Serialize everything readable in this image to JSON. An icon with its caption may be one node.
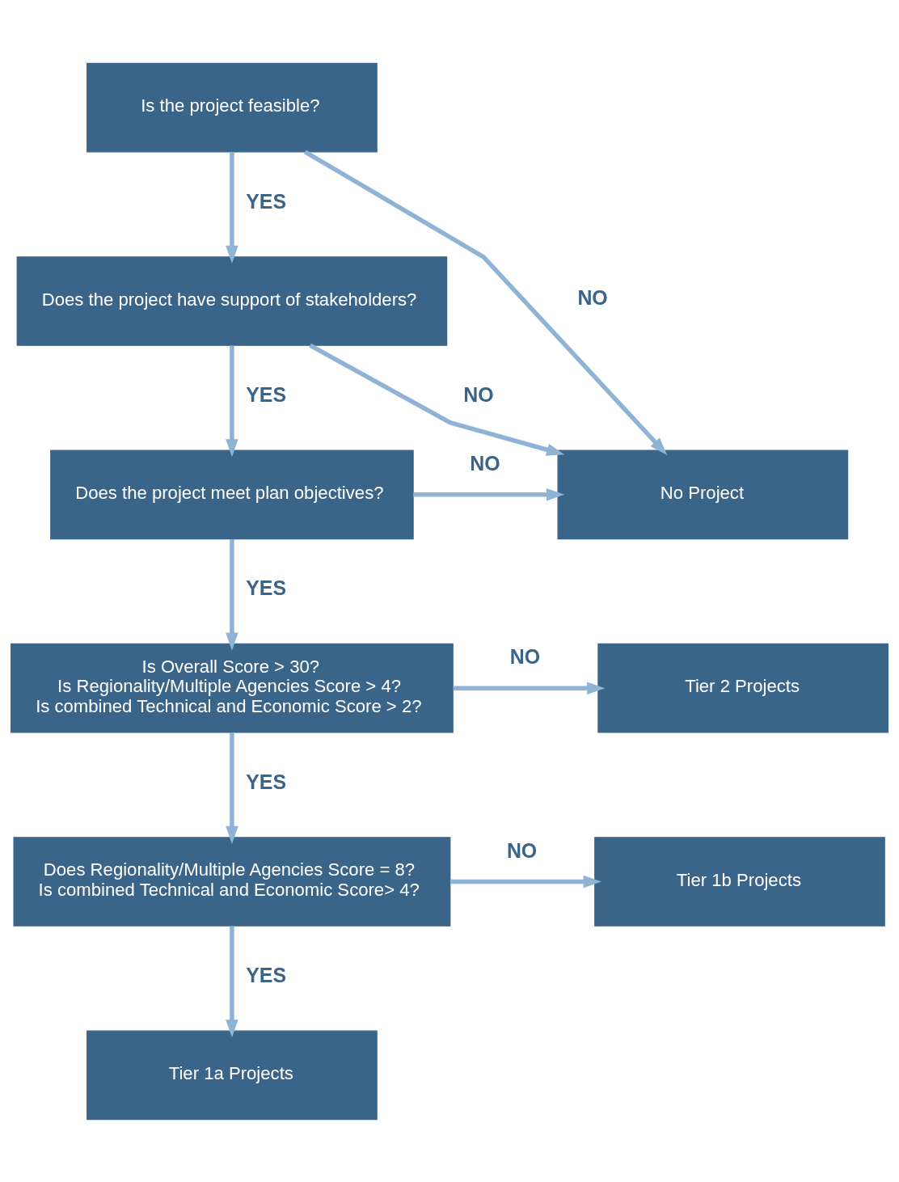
{
  "diagram": {
    "nodes": [
      {
        "text": [
          "Is the project feasible?"
        ]
      },
      {
        "text": [
          "Does the project have support of stakeholders?"
        ]
      },
      {
        "text": [
          "Does the project meet plan objectives?"
        ]
      },
      {
        "text": [
          "No Project"
        ]
      },
      {
        "text": [
          "Is Overall Score > 30?",
          "Is Regionality/Multiple Agencies Score > 4?",
          "Is combined Technical and Economic Score > 2?"
        ]
      },
      {
        "text": [
          "Tier 2 Projects"
        ]
      },
      {
        "text": [
          "Does Regionality/Multiple Agencies Score = 8?",
          "Is combined Technical and Economic Score> 4?"
        ]
      },
      {
        "text": [
          "Tier 1b Projects"
        ]
      },
      {
        "text": [
          "Tier 1a Projects"
        ]
      }
    ],
    "edges": [
      {
        "from": 0,
        "to": 3,
        "arrow": "to",
        "label": "NO"
      },
      {
        "from": 0,
        "to": 1,
        "arrow": "to",
        "label": "YES"
      },
      {
        "from": 1,
        "to": 3,
        "arrow": "to",
        "label": "NO"
      },
      {
        "from": 1,
        "to": 2,
        "arrow": "to",
        "label": "YES"
      },
      {
        "from": 2,
        "to": 3,
        "arrow": "to",
        "label": "NO"
      },
      {
        "from": 2,
        "to": 4,
        "arrow": "to",
        "label": "YES"
      },
      {
        "from": 4,
        "to": 5,
        "arrow": "to",
        "label": "NO"
      },
      {
        "from": 4,
        "to": 6,
        "arrow": "to",
        "label": "YES"
      },
      {
        "from": 6,
        "to": 7,
        "arrow": "to",
        "label": "NO"
      },
      {
        "from": 6,
        "to": 8,
        "arrow": "to",
        "label": "YES"
      }
    ]
  }
}
